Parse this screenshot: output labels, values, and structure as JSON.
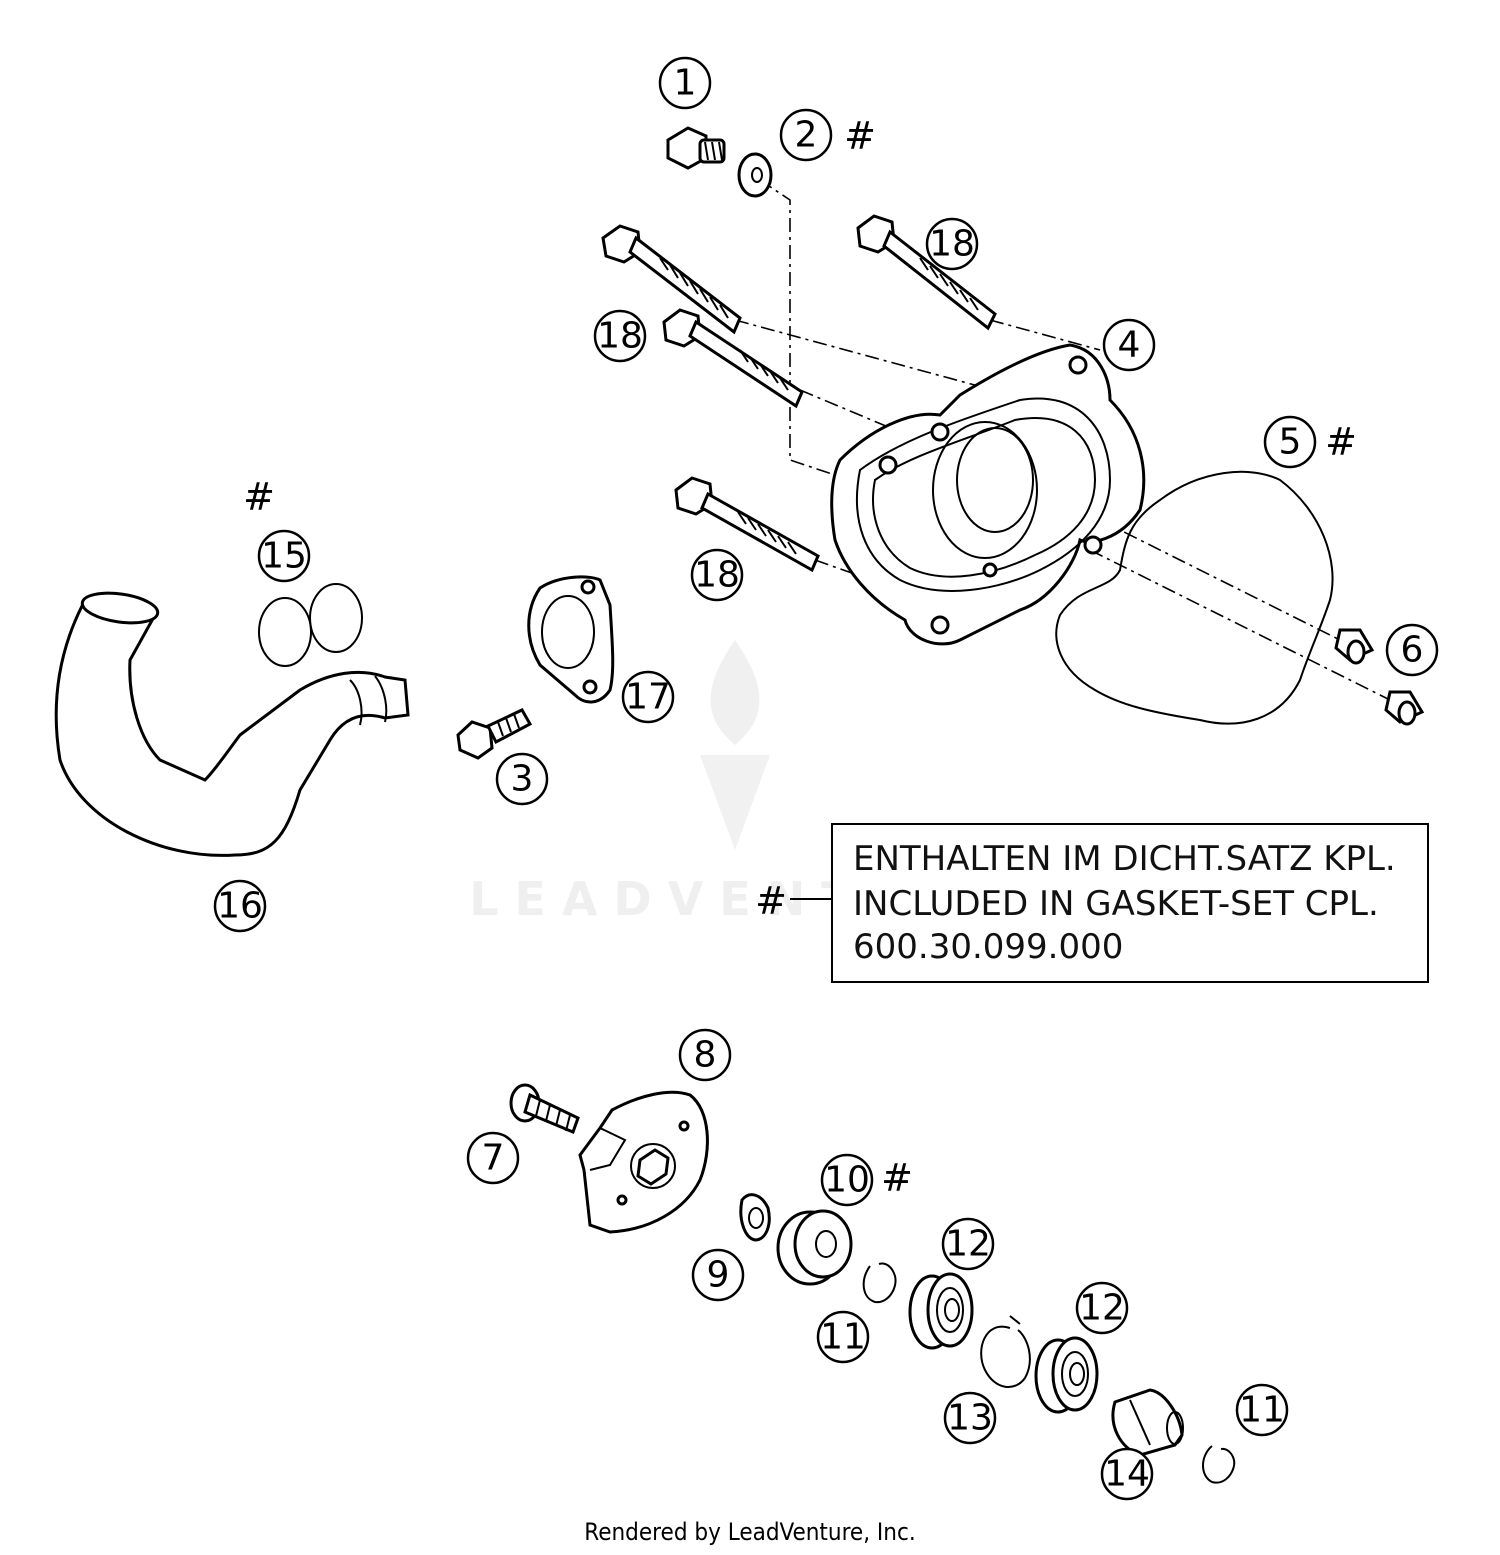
{
  "watermark": {
    "text": "LEADVENTURE"
  },
  "callouts": [
    {
      "id": "c1",
      "label": "1"
    },
    {
      "id": "c2",
      "label": "2"
    },
    {
      "id": "c3",
      "label": "3"
    },
    {
      "id": "c4",
      "label": "4"
    },
    {
      "id": "c5",
      "label": "5"
    },
    {
      "id": "c6",
      "label": "6"
    },
    {
      "id": "c7",
      "label": "7"
    },
    {
      "id": "c8",
      "label": "8"
    },
    {
      "id": "c9",
      "label": "9"
    },
    {
      "id": "c10",
      "label": "10"
    },
    {
      "id": "c11a",
      "label": "11"
    },
    {
      "id": "c11b",
      "label": "11"
    },
    {
      "id": "c12a",
      "label": "12"
    },
    {
      "id": "c12b",
      "label": "12"
    },
    {
      "id": "c13",
      "label": "13"
    },
    {
      "id": "c14",
      "label": "14"
    },
    {
      "id": "c15",
      "label": "15"
    },
    {
      "id": "c16",
      "label": "16"
    },
    {
      "id": "c17",
      "label": "17"
    },
    {
      "id": "c18a",
      "label": "18"
    },
    {
      "id": "c18b",
      "label": "18"
    },
    {
      "id": "c18c",
      "label": "18"
    }
  ],
  "hash_marker": "#",
  "note": {
    "marker": "#",
    "line1": "ENTHALTEN IM DICHT.SATZ KPL.",
    "line2": "INCLUDED IN GASKET-SET CPL.",
    "line3": "600.30.099.000"
  },
  "footer": "Rendered by LeadVenture, Inc."
}
